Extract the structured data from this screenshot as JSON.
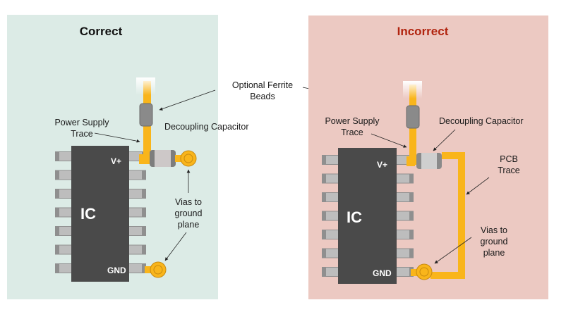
{
  "colors": {
    "correct_bg": "#dcebe6",
    "incorrect_bg": "#ecc9c2",
    "correct_title": "#111111",
    "incorrect_title": "#b1240f",
    "trace": "#f9b51b",
    "ic_body": "#4a4a4a",
    "pin": "#b9b9b9",
    "ferrite": "#8a8a8a",
    "capacitor": "#cfcfcf"
  },
  "panels": {
    "correct": {
      "title": "Correct",
      "ic_label": "IC",
      "vplus_label": "V+",
      "gnd_label": "GND",
      "power_label": [
        "Power Supply",
        "Trace"
      ],
      "cap_label": "Decoupling Capacitor",
      "vias_label": [
        "Vias to",
        "ground",
        "plane"
      ]
    },
    "incorrect": {
      "title": "Incorrect",
      "ic_label": "IC",
      "vplus_label": "V+",
      "gnd_label": "GND",
      "power_label": [
        "Power Supply",
        "Trace"
      ],
      "cap_label": "Decoupling Capacitor",
      "pcb_label": [
        "PCB",
        "Trace"
      ],
      "vias_label": [
        "Vias to",
        "ground",
        "plane"
      ]
    }
  },
  "shared": {
    "ferrite_label": [
      "Optional Ferrite",
      "Beads"
    ]
  }
}
